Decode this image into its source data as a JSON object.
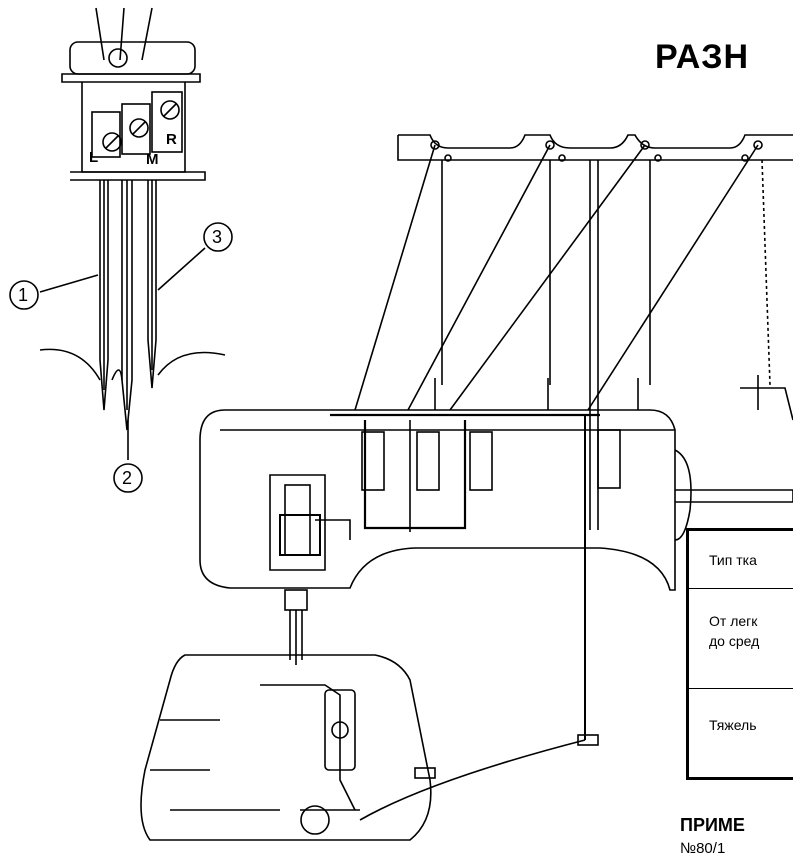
{
  "page": {
    "title": "РАЗН"
  },
  "needle_detail": {
    "letters": [
      "L",
      "M",
      "R"
    ],
    "callouts": [
      "1",
      "2",
      "3"
    ]
  },
  "table": {
    "header": "Тип тка",
    "rows": [
      {
        "line1": "От легк",
        "line2": "до сред"
      },
      {
        "line1": "Тяжель",
        "line2": ""
      }
    ]
  },
  "note": {
    "heading": "ПРИМЕ",
    "text": "№80/1"
  }
}
